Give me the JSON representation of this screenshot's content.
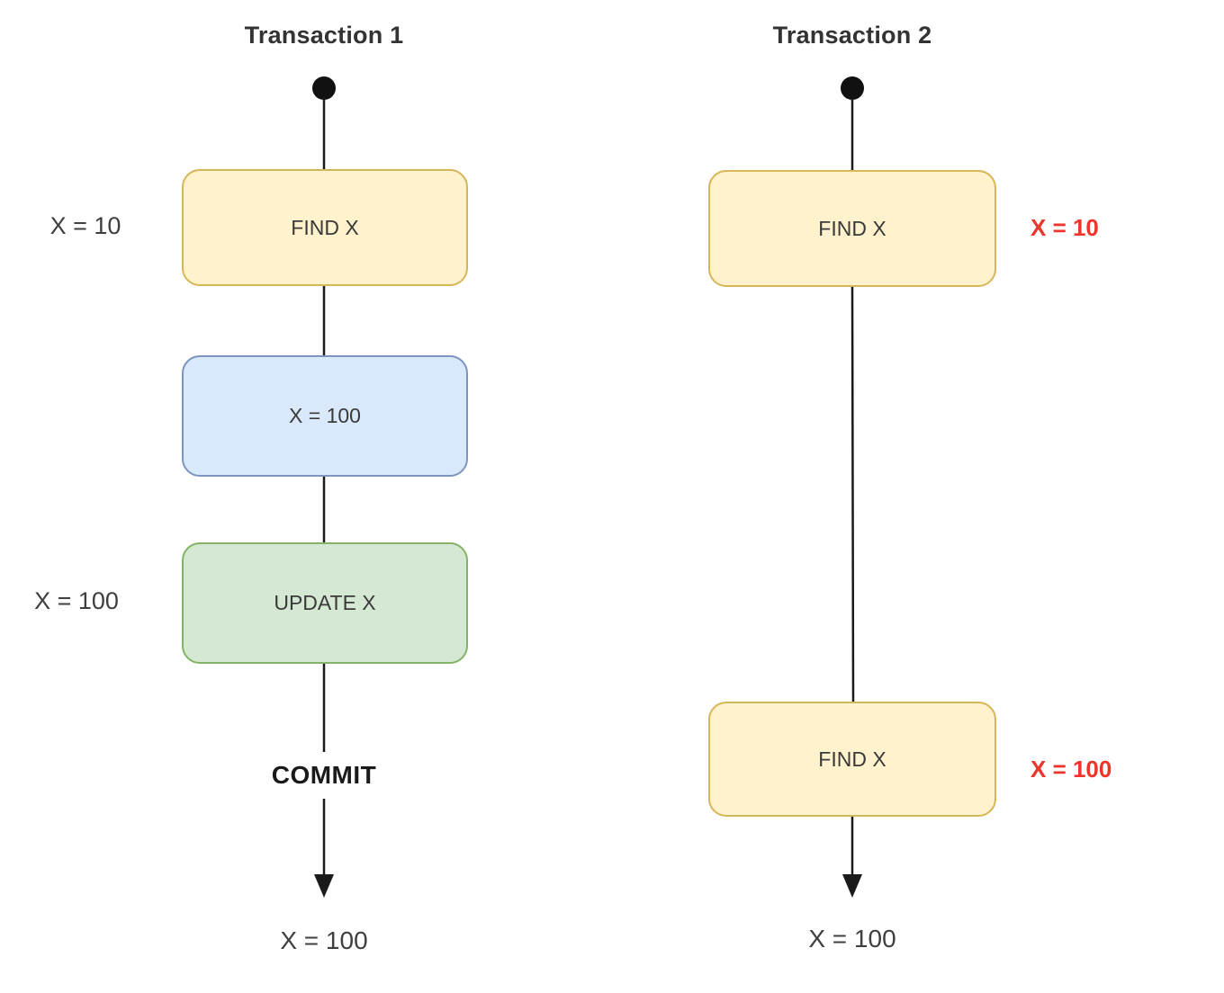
{
  "diagram": {
    "colors": {
      "background": "#ffffff",
      "yellow_fill": "#fff2cc",
      "yellow_border": "#d6b656",
      "blue_fill": "#dae8fc",
      "blue_border": "#7b95bf",
      "green_fill": "#d5e8d4",
      "green_border": "#82b366",
      "red_text": "#ee352b",
      "line": "#1a1a1a",
      "node_text": "#3a3a3a",
      "label_text": "#3f3f3f",
      "title_text": "#333333",
      "commit_text": "#1a1a1a"
    },
    "transaction1": {
      "title": "Transaction 1",
      "find_side_label": "X = 10",
      "find_node": "FIND X",
      "set_node": "X = 100",
      "update_side_label": "X = 100",
      "update_node": "UPDATE X",
      "commit_label": "COMMIT",
      "end_label": "X = 100"
    },
    "transaction2": {
      "title": "Transaction 2",
      "find1_node": "FIND X",
      "find1_result": "X = 10",
      "find2_node": "FIND X",
      "find2_result": "X = 100",
      "end_label": "X = 100"
    }
  }
}
